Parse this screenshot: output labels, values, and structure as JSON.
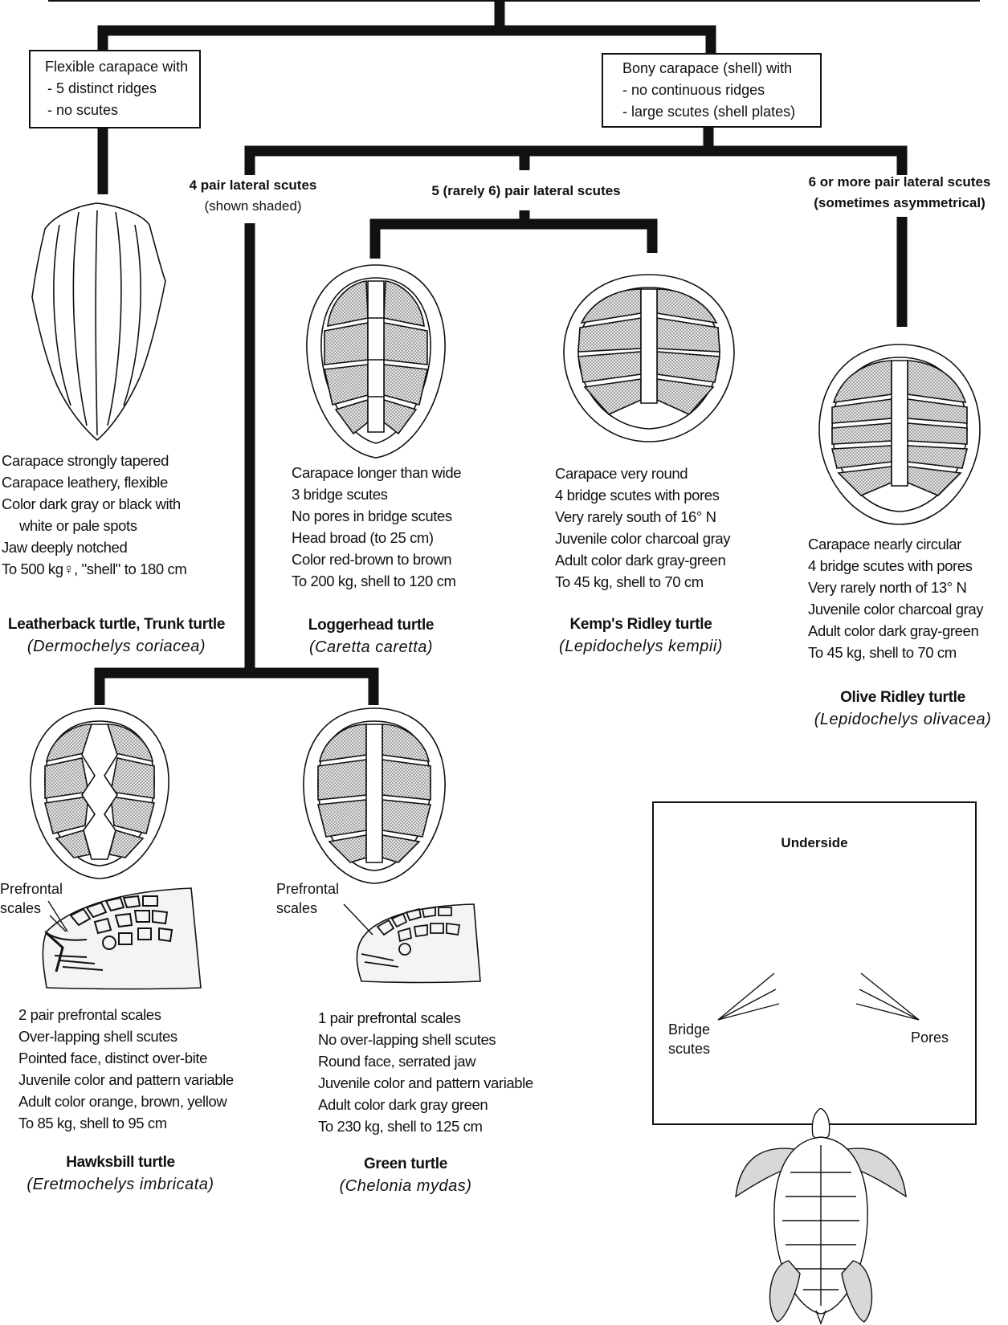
{
  "top_split": {
    "flexible": {
      "title": "Flexible carapace with",
      "lines": [
        "- 5 distinct ridges",
        "- no scutes"
      ]
    },
    "bony": {
      "title": "Bony carapace (shell) with",
      "lines": [
        "- no continuous ridges",
        "- large scutes (shell plates)"
      ]
    }
  },
  "categories": {
    "four_pair": {
      "label": "4 pair lateral scutes",
      "sub": "(shown shaded)"
    },
    "five_pair": {
      "label": "5 (rarely 6) pair lateral scutes"
    },
    "six_pair": {
      "label": "6 or more pair lateral scutes",
      "sub": "(sometimes asymmetrical)"
    }
  },
  "species": {
    "leatherback": {
      "traits": [
        "Carapace strongly tapered",
        "Carapace leathery, flexible",
        "Color dark gray or black with",
        "   white or pale spots",
        "Jaw deeply notched",
        "To 500 kg♀, \"shell\" to 180 cm"
      ],
      "common": "Leatherback turtle, Trunk turtle",
      "scientific": "(Dermochelys coriacea)"
    },
    "loggerhead": {
      "traits": [
        "Carapace longer than wide",
        "3 bridge scutes",
        "No pores in bridge scutes",
        "Head broad (to 25 cm)",
        "Color red-brown to brown",
        "To 200 kg, shell to 120 cm"
      ],
      "common": "Loggerhead turtle",
      "scientific": "(Caretta caretta)"
    },
    "kemps": {
      "traits": [
        "Carapace very round",
        "4 bridge scutes with pores",
        "Very rarely south of 16° N",
        "Juvenile color charcoal gray",
        "Adult color dark gray-green",
        "To 45 kg, shell to 70 cm"
      ],
      "common": "Kemp's Ridley turtle",
      "scientific": "(Lepidochelys kempii)"
    },
    "olive": {
      "traits": [
        "Carapace nearly circular",
        "4 bridge scutes with pores",
        "Very rarely north of 13° N",
        "Juvenile color charcoal gray",
        "Adult color dark gray-green",
        "To 45 kg, shell to 70 cm"
      ],
      "common": "Olive Ridley turtle",
      "scientific": "(Lepidochelys olivacea)"
    },
    "hawksbill": {
      "traits": [
        "2 pair prefrontal scales",
        "Over-lapping shell scutes",
        "Pointed face, distinct over-bite",
        "Juvenile color and pattern variable",
        "Adult color orange, brown, yellow",
        "To 85 kg, shell to 95 cm"
      ],
      "common": "Hawksbill turtle",
      "scientific": "(Eretmochelys imbricata)"
    },
    "green": {
      "traits": [
        "1 pair prefrontal scales",
        "No over-lapping shell scutes",
        "Round face, serrated jaw",
        "Juvenile color and pattern variable",
        "Adult color dark gray green",
        "To 230 kg, shell to 125 cm"
      ],
      "common": "Green turtle",
      "scientific": "(Chelonia mydas)"
    }
  },
  "labels": {
    "prefrontal_hawksbill": [
      "Prefrontal",
      "scales"
    ],
    "prefrontal_green": [
      "Prefrontal",
      "scales"
    ]
  },
  "inset": {
    "title": "Underside",
    "bridge": [
      "Bridge",
      "scutes"
    ],
    "pores": "Pores"
  },
  "colors": {
    "line": "#111111",
    "shade": "#c8c8c8",
    "paper": "#ffffff"
  }
}
